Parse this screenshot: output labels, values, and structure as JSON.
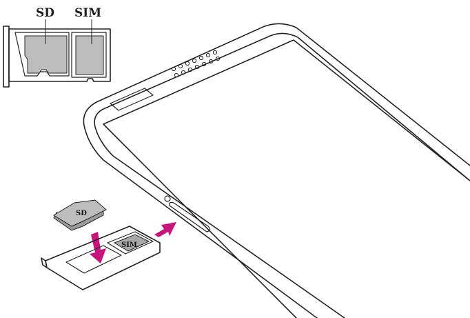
{
  "labels": {
    "sd_callout": "SD",
    "sim_callout": "SIM",
    "sd_card": "SD",
    "sim_card": "SIM"
  },
  "colors": {
    "arrow": "#c8157e",
    "card_gray": "#bdbdbd",
    "card_dark": "#8f8f8f",
    "outline": "#222222"
  },
  "icons": {
    "insert_arrow": "arrow-icon",
    "push_arrow": "arrow-icon"
  }
}
